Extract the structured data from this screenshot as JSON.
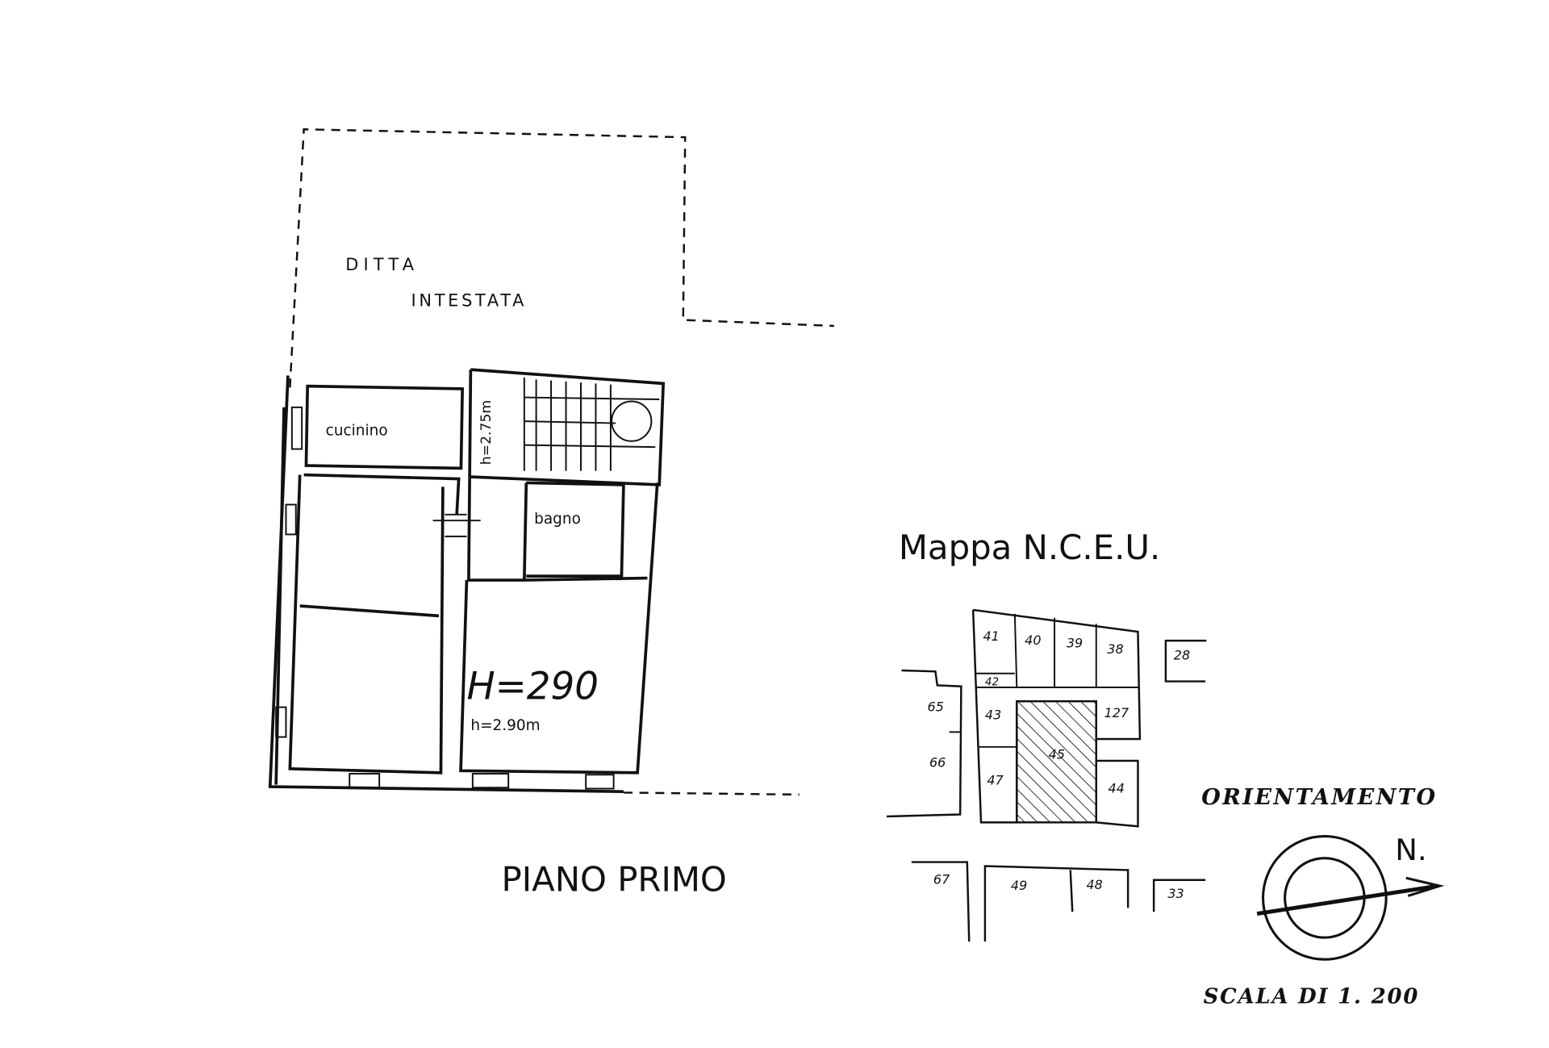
{
  "plan": {
    "owner_line1": "DITTA",
    "owner_line2": "INTESTATA",
    "room_kitchen": "cucinino",
    "stair_height": "h=2.75m",
    "room_bath": "bagno",
    "handwritten_height": "H=290",
    "room_height": "h=2.90m",
    "floor_title": "PIANO PRIMO"
  },
  "map": {
    "title": "Mappa N.C.E.U.",
    "parcels": [
      "41",
      "40",
      "39",
      "38",
      "28",
      "42",
      "65",
      "43",
      "127",
      "66",
      "47",
      "45",
      "44",
      "67",
      "49",
      "48",
      "33"
    ]
  },
  "orientation": {
    "title": "ORIENTAMENTO",
    "north": "N.",
    "scale": "SCALA DI 1. 200"
  }
}
